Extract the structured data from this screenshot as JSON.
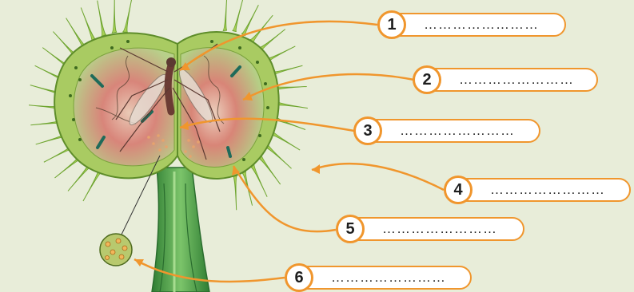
{
  "labels": [
    {
      "number": "1",
      "text": "……………………"
    },
    {
      "number": "2",
      "text": "……………………"
    },
    {
      "number": "3",
      "text": "……………………"
    },
    {
      "number": "4",
      "text": "……………………"
    },
    {
      "number": "5",
      "text": "……………………"
    },
    {
      "number": "6",
      "text": "……………………"
    }
  ],
  "colors": {
    "background": "#e8edd9",
    "leader_line": "#f0962d",
    "trap_outer": "#a3c75c",
    "trap_inner": "#d9826d",
    "stem": "#4fa34a"
  }
}
